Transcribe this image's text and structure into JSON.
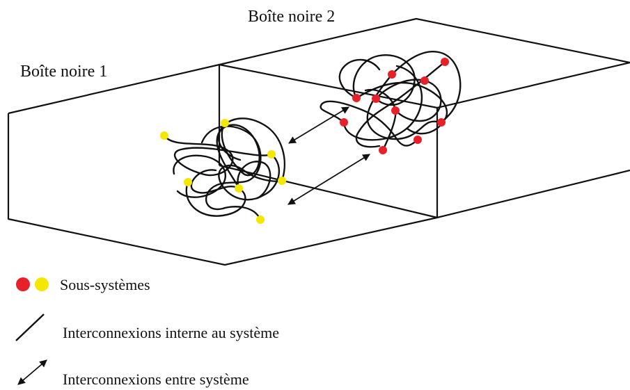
{
  "box1": {
    "label": "Boîte noire 1"
  },
  "box2": {
    "label": "Boîte noire 2"
  },
  "legend": {
    "subsystems": "Sous-systèmes",
    "internal_links": "Interconnexions interne au système",
    "external_links": "Interconnexions entre système"
  },
  "colors": {
    "line": "#111111",
    "subsystem_red": "#e8202a",
    "subsystem_yellow": "#f5e800"
  },
  "icons": {
    "red_dot": "red-dot-icon",
    "yellow_dot": "yellow-dot-icon",
    "line": "line-icon",
    "double_arrow": "double-arrow-icon"
  }
}
